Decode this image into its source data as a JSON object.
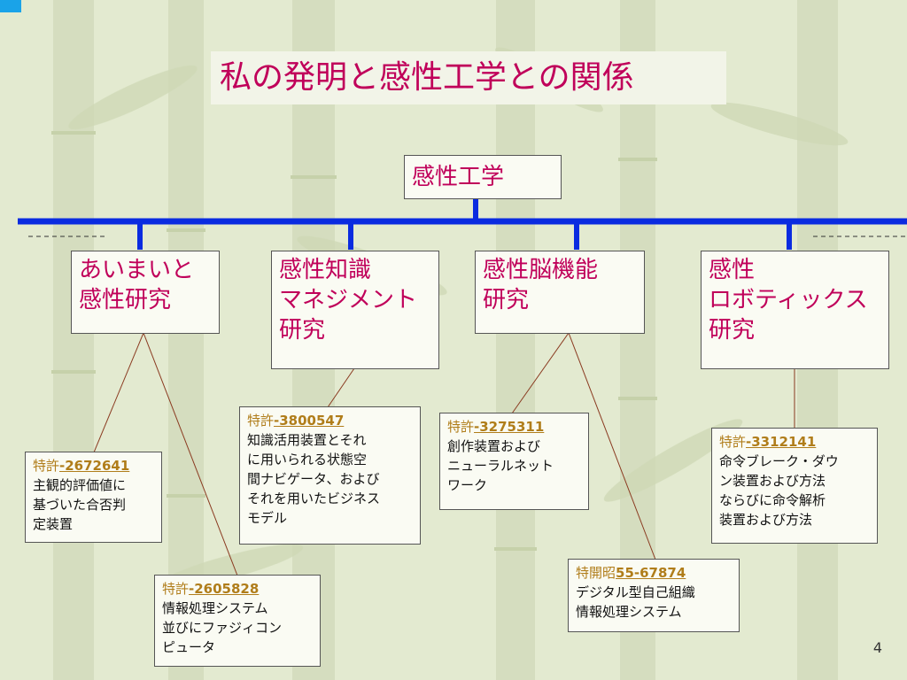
{
  "title": "私の発明と感性工学との関係",
  "root": {
    "label": "感性工学"
  },
  "branches": [
    {
      "label": "あいまいと\n感性研究"
    },
    {
      "label": "感性知識\nマネジメント\n研究"
    },
    {
      "label": "感性脳機能\n研究"
    },
    {
      "label": "感性\nロボティックス\n研究"
    }
  ],
  "patents": [
    {
      "prefix": "特許",
      "number": "-2672641",
      "description": "主観的評価値に\n基づいた合否判\n定装置"
    },
    {
      "prefix": "特許",
      "number": "-2605828",
      "description": "情報処理システム\n並びにファジィコン\nピュータ"
    },
    {
      "prefix": "特許",
      "number": "-3800547",
      "description": "知識活用装置とそれ\nに用いられる状態空\n間ナビゲータ、および\nそれを用いたビジネス\nモデル"
    },
    {
      "prefix": "特許",
      "number": "-3275311",
      "description": "創作装置および\nニューラルネット\nワーク"
    },
    {
      "prefix": "特開昭",
      "number": "55-67874",
      "description": "デジタル型自己組織\n情報処理システム"
    },
    {
      "prefix": "特許",
      "number": "-3312141",
      "description": "命令ブレーク・ダウ\nン装置および方法\nならびに命令解析\n装置および方法"
    }
  ],
  "page_number": "4",
  "colors": {
    "accent": "#c0005a",
    "bus": "#0a2be0",
    "patent_label": "#b07d1a",
    "background": "#e3ead0"
  }
}
